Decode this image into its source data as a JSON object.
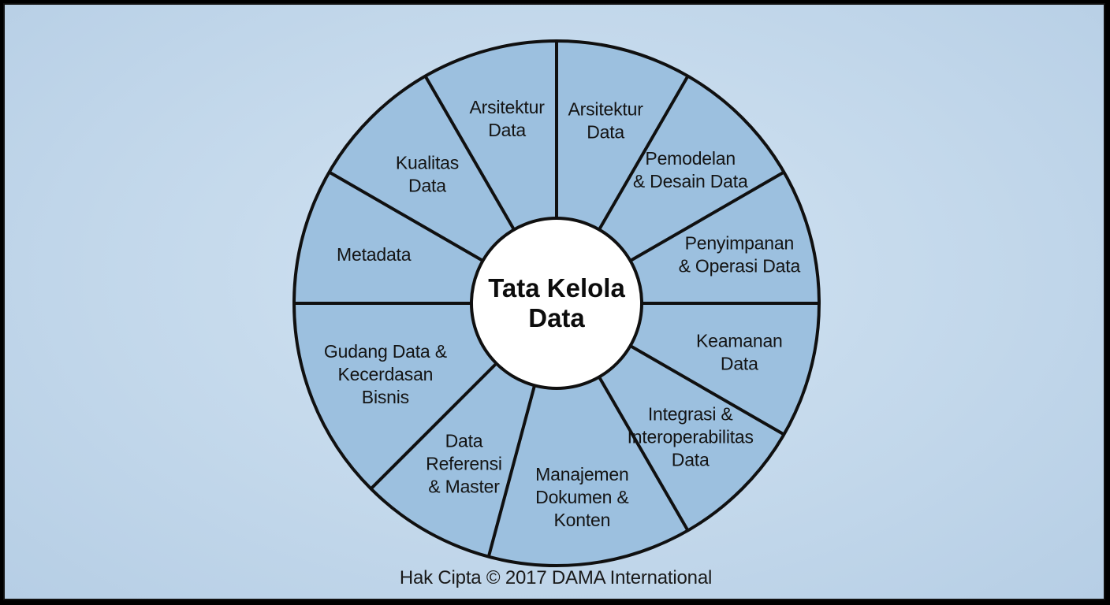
{
  "diagram": {
    "center_label": [
      "Tata Kelola",
      "Data"
    ],
    "segments": [
      {
        "lines": [
          "Arsitektur",
          "Data"
        ]
      },
      {
        "lines": [
          "Pemodelan",
          "& Desain Data"
        ]
      },
      {
        "lines": [
          "Penyimpanan",
          "& Operasi Data"
        ]
      },
      {
        "lines": [
          "Keamanan",
          "Data"
        ]
      },
      {
        "lines": [
          "Integrasi &",
          "Interoperabilitas",
          "Data"
        ]
      },
      {
        "lines": [
          "Manajemen",
          "Dokumen &",
          "Konten"
        ]
      },
      {
        "lines": [
          "Data",
          "Referensi",
          "& Master"
        ]
      },
      {
        "lines": [
          "Gudang Data &",
          "Kecerdasan",
          "Bisnis"
        ]
      },
      {
        "lines": [
          "Metadata"
        ]
      },
      {
        "lines": [
          "Kualitas",
          "Data"
        ]
      },
      {
        "lines": [
          "Arsitektur",
          "Data"
        ]
      }
    ],
    "colors": {
      "segment_fill": "#9cc0df",
      "segment_stroke": "#101010",
      "center_fill": "#ffffff"
    }
  },
  "footer": {
    "copyright": "Hak Cipta © 2017 DAMA International"
  }
}
